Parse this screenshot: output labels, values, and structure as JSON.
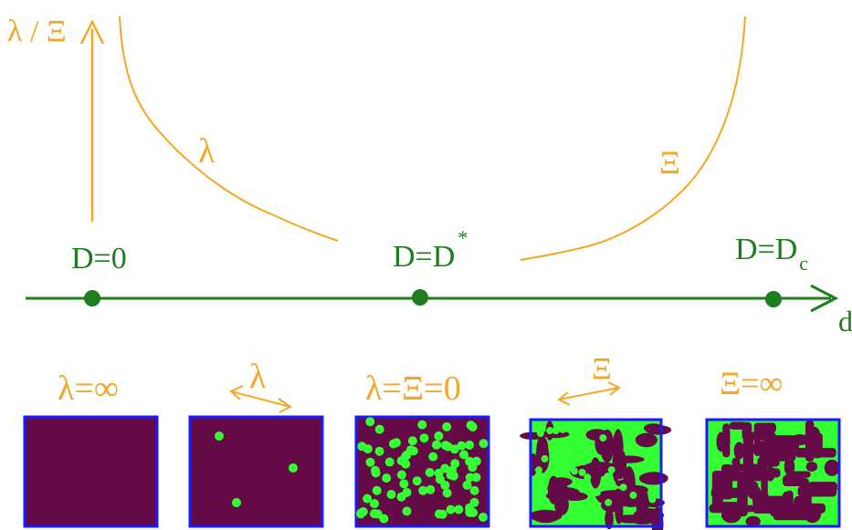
{
  "colors": {
    "orange": "#f5a623",
    "green": "#1e7d1e",
    "bright_green": "#33ff33",
    "maroon": "#640a46",
    "blue_border": "#1a1aff"
  },
  "y_axis_label": "λ / Ξ",
  "x_axis_label": "d",
  "curve_labels": {
    "lambda": "λ",
    "xi": "Ξ"
  },
  "points": [
    {
      "base": "D=0",
      "sup": "",
      "sub": ""
    },
    {
      "base": "D=D",
      "sup": "*",
      "sub": ""
    },
    {
      "base": "D=D",
      "sup": "",
      "sub": "c"
    }
  ],
  "panels": [
    {
      "label": "λ=∞",
      "arrow_label": ""
    },
    {
      "label": "",
      "arrow_label": "λ"
    },
    {
      "label": "λ=Ξ=0",
      "arrow_label": ""
    },
    {
      "label": "",
      "arrow_label": "Ξ"
    },
    {
      "label": "Ξ=∞",
      "arrow_label": ""
    }
  ]
}
